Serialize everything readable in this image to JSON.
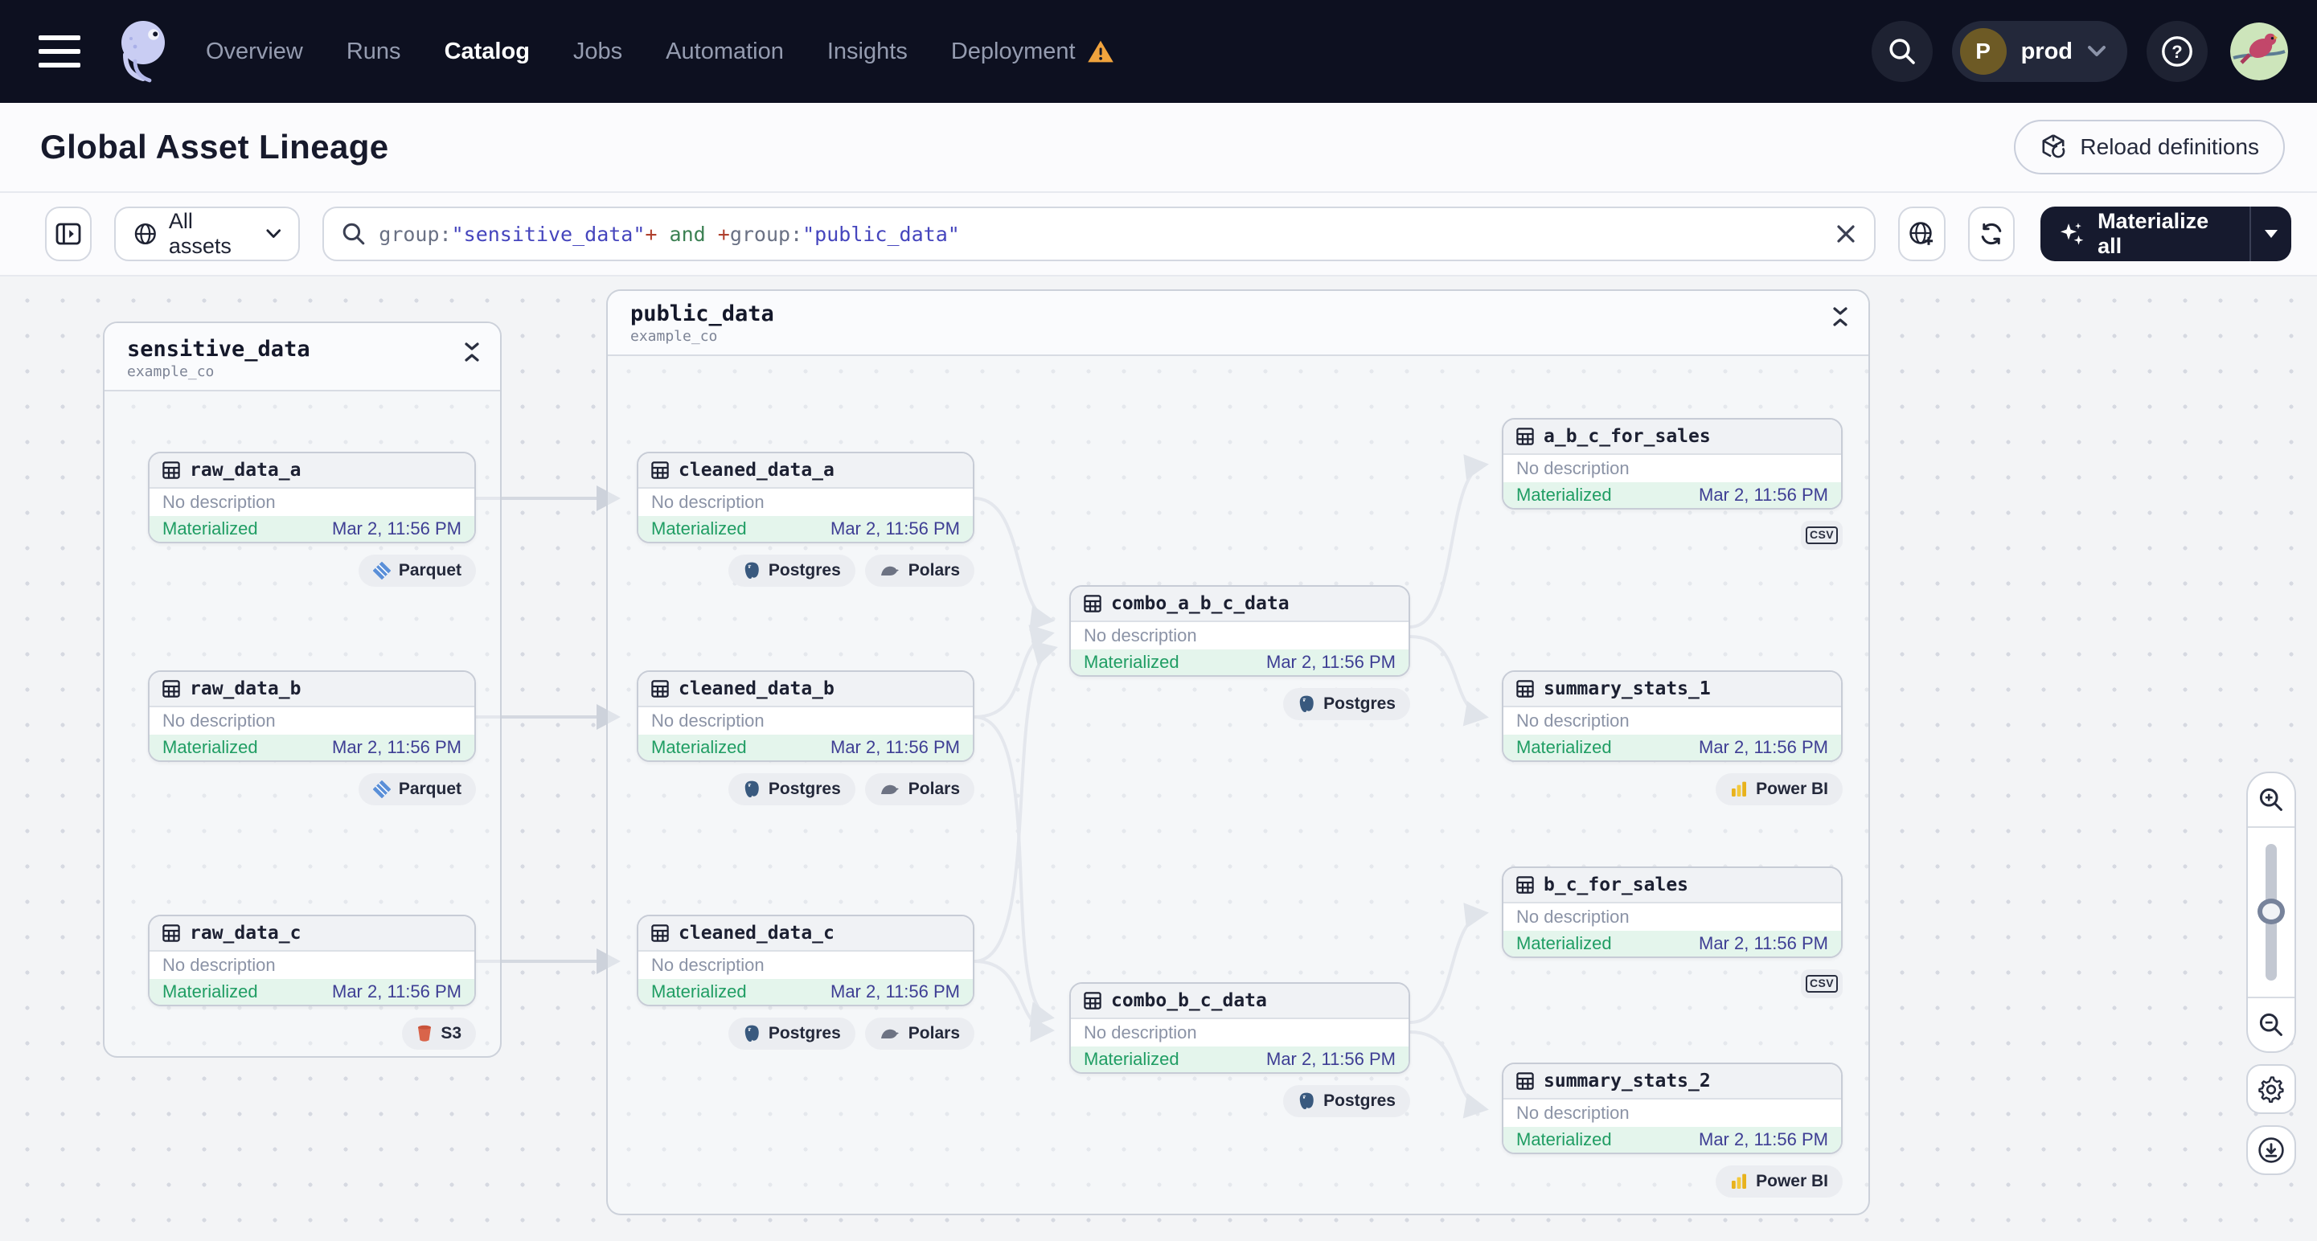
{
  "colors": {
    "nav_bg": "#0d1020",
    "accent_indigo": "#4545bd",
    "status_green": "#1f9d63",
    "timestamp_indigo": "#3e3e94",
    "warning_orange": "#f0a33d",
    "edge_gray": "#d3d7df"
  },
  "nav": {
    "items": [
      {
        "label": "Overview"
      },
      {
        "label": "Runs"
      },
      {
        "label": "Catalog"
      },
      {
        "label": "Jobs"
      },
      {
        "label": "Automation"
      },
      {
        "label": "Insights"
      },
      {
        "label": "Deployment"
      }
    ],
    "active_item": "Catalog",
    "workspace": {
      "initial": "P",
      "name": "prod"
    }
  },
  "header": {
    "title": "Global Asset Lineage",
    "reload_button": "Reload definitions"
  },
  "toolbar": {
    "filter_button": "All assets",
    "search": {
      "tokens": [
        {
          "text": "group:"
        },
        {
          "text": "\"sensitive_data\""
        },
        {
          "text": "+"
        },
        {
          "text": " and "
        },
        {
          "text": "+"
        },
        {
          "text": "group:"
        },
        {
          "text": "\"public_data\""
        }
      ]
    },
    "materialize_button": "Materialize all"
  },
  "graph": {
    "groups": [
      {
        "name": "sensitive_data",
        "subtitle": "example_co"
      },
      {
        "name": "public_data",
        "subtitle": "example_co"
      }
    ],
    "nodes": [
      {
        "name": "raw_data_a",
        "description": "No description",
        "status": "Materialized",
        "timestamp": "Mar 2, 11:56 PM",
        "badges": [
          {
            "label": "Parquet",
            "icon": "parquet-icon"
          }
        ]
      },
      {
        "name": "raw_data_b",
        "description": "No description",
        "status": "Materialized",
        "timestamp": "Mar 2, 11:56 PM",
        "badges": [
          {
            "label": "Parquet",
            "icon": "parquet-icon"
          }
        ]
      },
      {
        "name": "raw_data_c",
        "description": "No description",
        "status": "Materialized",
        "timestamp": "Mar 2, 11:56 PM",
        "badges": [
          {
            "label": "S3",
            "icon": "s3-icon"
          }
        ]
      },
      {
        "name": "cleaned_data_a",
        "description": "No description",
        "status": "Materialized",
        "timestamp": "Mar 2, 11:56 PM",
        "badges": [
          {
            "label": "Postgres",
            "icon": "postgres-icon"
          },
          {
            "label": "Polars",
            "icon": "polars-icon"
          }
        ]
      },
      {
        "name": "cleaned_data_b",
        "description": "No description",
        "status": "Materialized",
        "timestamp": "Mar 2, 11:56 PM",
        "badges": [
          {
            "label": "Postgres",
            "icon": "postgres-icon"
          },
          {
            "label": "Polars",
            "icon": "polars-icon"
          }
        ]
      },
      {
        "name": "cleaned_data_c",
        "description": "No description",
        "status": "Materialized",
        "timestamp": "Mar 2, 11:56 PM",
        "badges": [
          {
            "label": "Postgres",
            "icon": "postgres-icon"
          },
          {
            "label": "Polars",
            "icon": "polars-icon"
          }
        ]
      },
      {
        "name": "combo_a_b_c_data",
        "description": "No description",
        "status": "Materialized",
        "timestamp": "Mar 2, 11:56 PM",
        "badges": [
          {
            "label": "Postgres",
            "icon": "postgres-icon"
          }
        ]
      },
      {
        "name": "combo_b_c_data",
        "description": "No description",
        "status": "Materialized",
        "timestamp": "Mar 2, 11:56 PM",
        "badges": [
          {
            "label": "Postgres",
            "icon": "postgres-icon"
          }
        ]
      },
      {
        "name": "a_b_c_for_sales",
        "description": "No description",
        "status": "Materialized",
        "timestamp": "Mar 2, 11:56 PM",
        "badges": [
          {
            "label": "CSV",
            "icon": "csv-icon"
          }
        ]
      },
      {
        "name": "summary_stats_1",
        "description": "No description",
        "status": "Materialized",
        "timestamp": "Mar 2, 11:56 PM",
        "badges": [
          {
            "label": "Power BI",
            "icon": "powerbi-icon"
          }
        ]
      },
      {
        "name": "b_c_for_sales",
        "description": "No description",
        "status": "Materialized",
        "timestamp": "Mar 2, 11:56 PM",
        "badges": [
          {
            "label": "CSV",
            "icon": "csv-icon"
          }
        ]
      },
      {
        "name": "summary_stats_2",
        "description": "No description",
        "status": "Materialized",
        "timestamp": "Mar 2, 11:56 PM",
        "badges": [
          {
            "label": "Power BI",
            "icon": "powerbi-icon"
          }
        ]
      }
    ]
  }
}
